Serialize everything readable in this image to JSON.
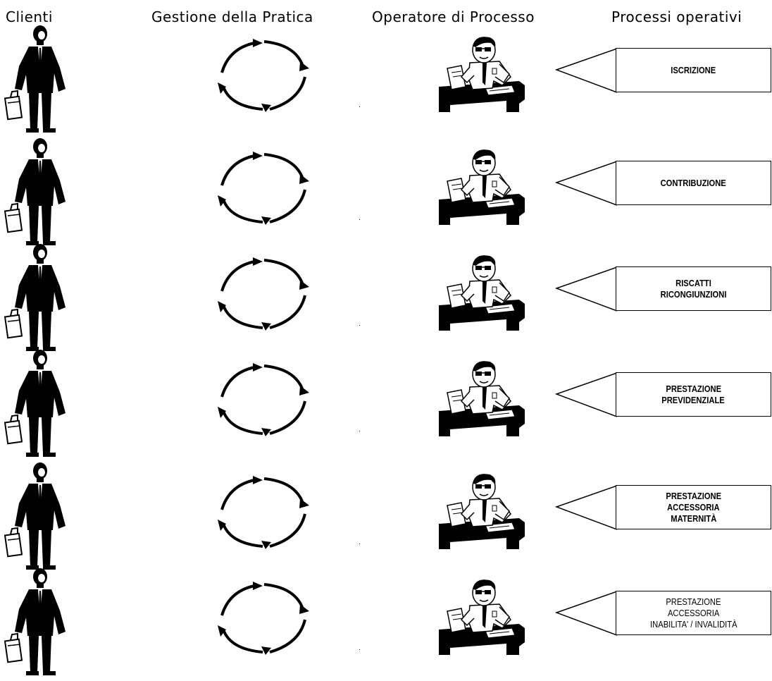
{
  "headers": {
    "clients": "Clienti",
    "gestione": "Gestione della Pratica",
    "operatore": "Operatore  di Processo",
    "processi": "Processi operativi"
  },
  "rows": [
    {
      "lines": [
        "ISCRIZIONE"
      ]
    },
    {
      "lines": [
        "CONTRIBUZIONE"
      ]
    },
    {
      "lines": [
        "RISCATTI",
        "RICONGIUNZIONI"
      ]
    },
    {
      "lines": [
        "PRESTAZIONE",
        "PREVIDENZIALE"
      ]
    },
    {
      "lines": [
        "PRESTAZIONE",
        "ACCESSORIA",
        "MATERNITÀ"
      ]
    },
    {
      "lines": [
        "PRESTAZIONE",
        "ACCESSORIA",
        "INABILITA' / INVALIDITÀ"
      ]
    }
  ],
  "icons": {
    "client": "businessman-with-briefcase-icon",
    "cycle": "circular-cycle-arrows-icon",
    "operator": "operator-at-desk-icon",
    "pointer": "left-pointing-triangle-icon"
  },
  "colors": {
    "ink": "#000000",
    "background": "#ffffff"
  }
}
